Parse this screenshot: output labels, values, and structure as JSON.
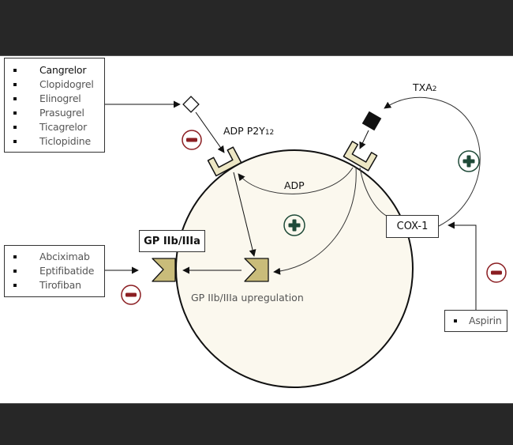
{
  "diagram": {
    "title": "Antiplatelet drug targets on the platelet",
    "p2y12_inhibitors": [
      "Cangrelor",
      "Clopidogrel",
      "Elinogrel",
      "Prasugrel",
      "Ticagrelor",
      "Ticlopidine"
    ],
    "gp_inhibitors": [
      "Abciximab",
      "Eptifibatide",
      "Tirofiban"
    ],
    "cox_inhibitors": [
      "Aspirin"
    ],
    "labels": {
      "p2y12_main": "ADP P2Y",
      "p2y12_sub": "12",
      "txa_main": "TXA",
      "txa_sub": "2",
      "adp": "ADP",
      "gp_box": "GP IIb/IIIa",
      "gp_upregulation": "GP IIb/IIIa upregulation",
      "cox": "COX-1"
    },
    "signs": {
      "inhibit": "minus-sign",
      "activate": "plus-sign"
    },
    "colors": {
      "cell_fill": "#fbf8ee",
      "receptor_fill": "#ece6c4",
      "gp_receptor_fill": "#c9bc7a",
      "inhibit": "#8b1e22",
      "activate": "#1f4a38",
      "band": "#272727"
    }
  }
}
